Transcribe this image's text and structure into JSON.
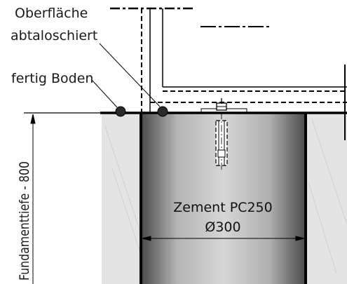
{
  "labels": {
    "surface_line1": "Oberfläche",
    "surface_line2": "abtaloschiert",
    "floor": "fertig Boden",
    "foundation_depth": "Fundamenttiefe - 800",
    "material": "Zement PC250",
    "diameter": "Ø300"
  },
  "colors": {
    "line": "#000000",
    "ground_fill": "#e4e4e4",
    "white": "#ffffff"
  }
}
